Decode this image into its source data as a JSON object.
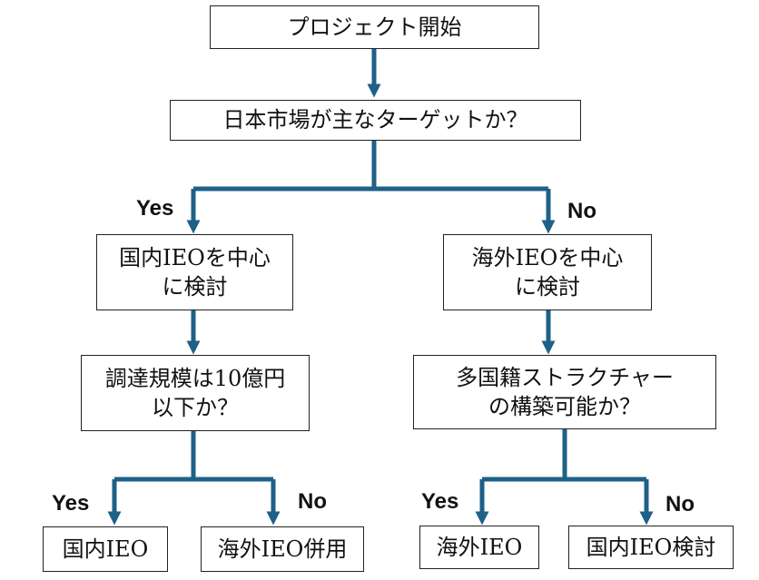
{
  "nodes": {
    "start": "プロジェクト開始",
    "q_japan_target": "日本市場が主なターゲットか？",
    "domestic_focus": "国内IEOを中心\nに検討",
    "overseas_focus": "海外IEOを中心\nに検討",
    "q_scale": "調達規模は10億円\n以下か？",
    "q_multinational": "多国籍ストラクチャー\nの構築可能か？",
    "result_domestic_ieo": "国内IEO",
    "result_overseas_combined": "海外IEO併用",
    "result_overseas_ieo": "海外IEO",
    "result_domestic_consider": "国内IEO検討"
  },
  "labels": {
    "yes_japan": "Yes",
    "no_japan": "No",
    "yes_scale": "Yes",
    "no_scale": "No",
    "yes_multinational": "Yes",
    "no_multinational": "No"
  },
  "colors": {
    "connector": "#1f6088",
    "border": "#222222"
  }
}
